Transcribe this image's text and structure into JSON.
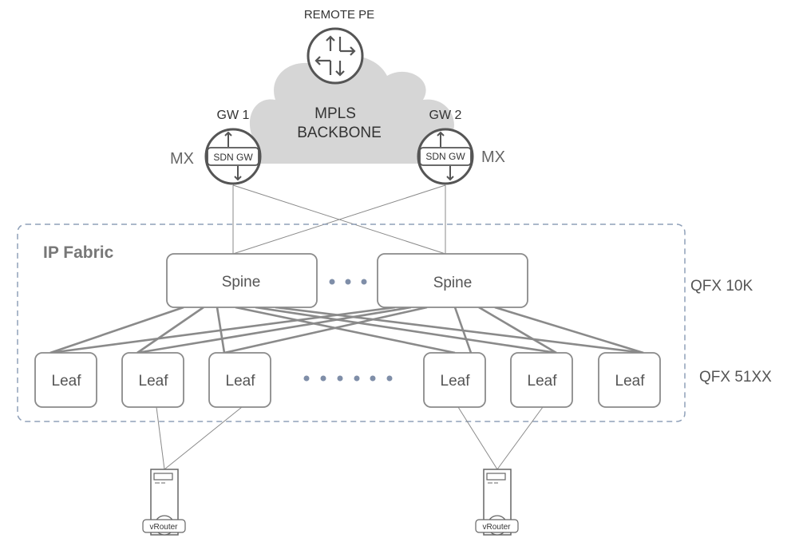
{
  "remote_pe": "REMOTE PE",
  "cloud_label_1": "MPLS",
  "cloud_label_2": "BACKBONE",
  "gateways": [
    {
      "name": "GW 1",
      "badge": "SDN GW",
      "platform": "MX"
    },
    {
      "name": "GW 2",
      "badge": "SDN GW",
      "platform": "MX"
    }
  ],
  "fabric_title": "IP Fabric",
  "spine_label": "Spine",
  "spine_platform": "QFX 10K",
  "leaf_label": "Leaf",
  "leaf_platform": "QFX 51XX",
  "vrouter_label": "vRouter",
  "colors": {
    "cloud": "#d6d6d6",
    "router_fill": "#ffffff",
    "router_stroke": "#555555",
    "fabric_border": "#8fa0b8",
    "ellipsis_dots": "#7f8ea8",
    "link": "#8a8a8a"
  }
}
